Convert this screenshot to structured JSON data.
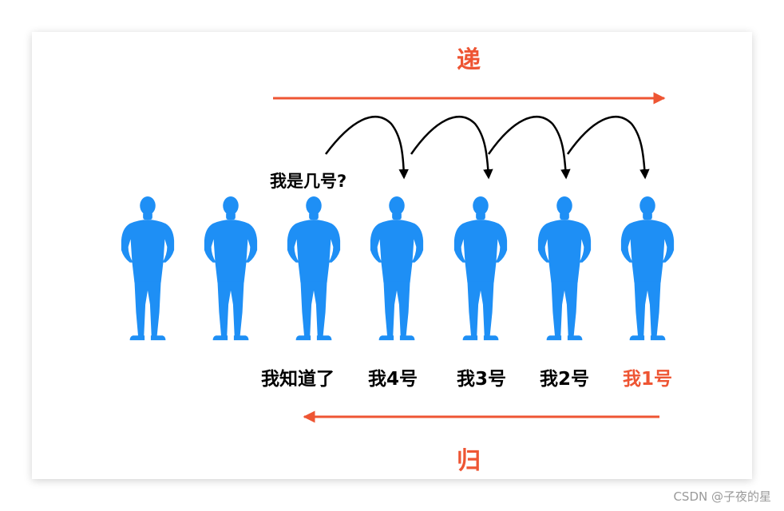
{
  "diagram": {
    "forward_label": "递",
    "backward_label": "归",
    "question": "我是几号?",
    "people_count": 7,
    "person_color": "#1e8ff5",
    "accent_color": "#ee5533",
    "labels": [
      {
        "text": "",
        "highlight": false
      },
      {
        "text": "",
        "highlight": false
      },
      {
        "text": "我知道了",
        "highlight": false
      },
      {
        "text": "我4号",
        "highlight": false
      },
      {
        "text": "我3号",
        "highlight": false
      },
      {
        "text": "我2号",
        "highlight": false
      },
      {
        "text": "我1号",
        "highlight": true
      }
    ]
  },
  "watermark": "CSDN @子夜的星"
}
